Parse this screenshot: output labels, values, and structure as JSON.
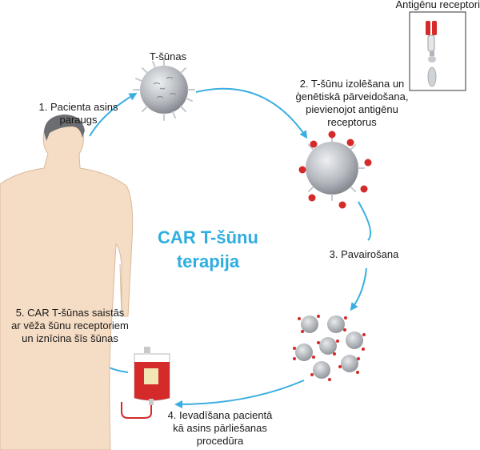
{
  "title": {
    "line1": "CAR T-šūnu",
    "line2": "terapija"
  },
  "labels": {
    "t_cells": "T-šūnas",
    "antigen_receptors": "Antigēnu receptori",
    "step1": {
      "line1": "1. Pacienta asins",
      "line2": "paraugs"
    },
    "step2": {
      "line1": "2. T-šūnu izolēšana un",
      "line2": "ģenētiskā pārveidošana,",
      "line3": "pievienojot antigēnu",
      "line4": "receptorus"
    },
    "step3": "3. Pavairošana",
    "step4": {
      "line1": "4. Ievadīšana pacientā",
      "line2": "kā asins pārliešanas",
      "line3": "procedūra"
    },
    "step5": {
      "line1": "5. CAR T-šūnas saistās",
      "line2": "ar vēža šūnu receptoriem",
      "line3": "un iznīcina šīs šūnas"
    }
  },
  "colors": {
    "arrow": "#3aaee0",
    "title": "#2eaee0",
    "receptor": "#d42a2a",
    "cell": "#a9adb3",
    "skin": "#f5dcc4"
  }
}
